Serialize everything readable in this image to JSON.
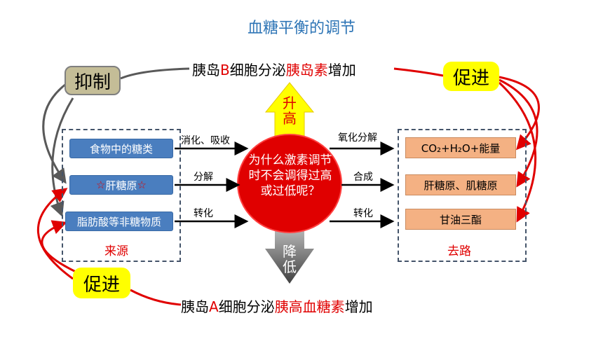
{
  "title": "血糖平衡的调节",
  "top_line": {
    "prefix": "胰岛",
    "letter": "B",
    "mid": "细胞分泌",
    "hormone": "胰岛素",
    "suffix": "增加"
  },
  "bottom_line": {
    "prefix": "胰岛",
    "letter": "A",
    "mid": "细胞分泌",
    "hormone": "胰高血糖素",
    "suffix": "增加"
  },
  "labels": {
    "inhibit": "抑制",
    "promote_top": "促进",
    "promote_bottom": "促进"
  },
  "up_arrow": {
    "l1": "升",
    "l2": "高"
  },
  "down_arrow": {
    "l1": "降",
    "l2": "低"
  },
  "question": "为什么激素调节时不会调得过高或过低呢？",
  "sources": {
    "items": [
      {
        "text": "食物中的糖类"
      },
      {
        "star_l": "☆",
        "text": "肝糖原",
        "star_r": "☆"
      },
      {
        "text": "脂肪酸等非糖物质"
      }
    ],
    "label": "来源"
  },
  "sinks": {
    "items": [
      {
        "text": "CO₂+H₂O+能量"
      },
      {
        "text": "肝糖原、肌糖原"
      },
      {
        "text": "甘油三酯"
      }
    ],
    "label": "去路"
  },
  "arrow_labels": {
    "left": [
      "消化、吸收",
      "分解",
      "转化"
    ],
    "right": [
      "氧化分解",
      "合成",
      "转化"
    ]
  },
  "colors": {
    "title": "#2e75b6",
    "red": "#e00000",
    "blue_box": "#4a7ebf",
    "orange_box": "#f4b183",
    "yellow": "#ffff00",
    "circle": "#e00000",
    "inhibit_bg": "#c4bd97"
  }
}
